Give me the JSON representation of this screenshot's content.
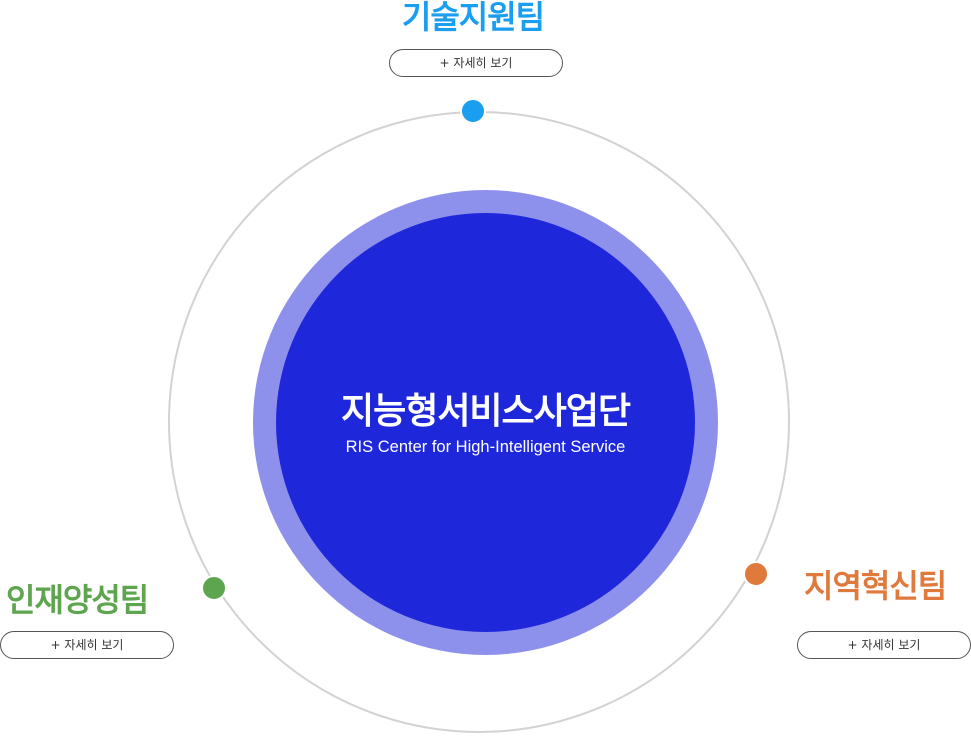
{
  "center": {
    "title": "지능형서비스사업단",
    "subtitle": "RIS Center for High-Intelligent Service"
  },
  "teams": [
    {
      "id": "tech-support",
      "name": "기술지원팀",
      "button_label": "+ 자세히 보기",
      "color": "#1a9ef0"
    },
    {
      "id": "talent-training",
      "name": "인재양성팀",
      "button_label": "+ 자세히 보기",
      "color": "#5ea54f"
    },
    {
      "id": "regional-innovation",
      "name": "지역혁신팀",
      "button_label": "+ 자세히 보기",
      "color": "#df7a3c"
    }
  ]
}
